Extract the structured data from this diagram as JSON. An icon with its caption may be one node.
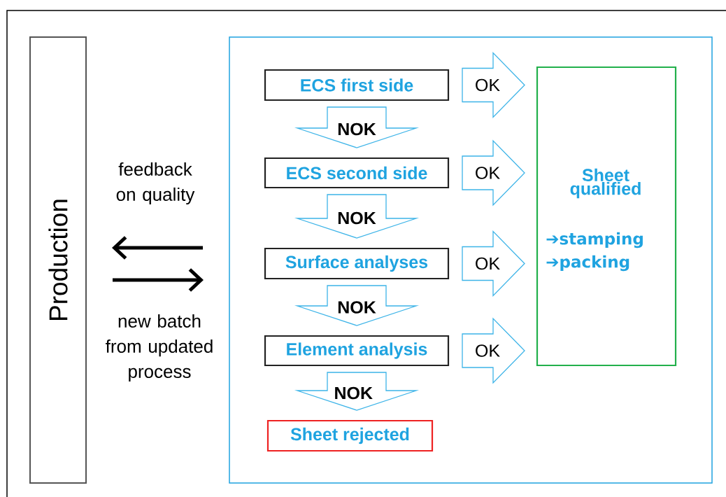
{
  "diagram": {
    "nodes": [
      {
        "text": [
          "Production"
        ]
      },
      {
        "text": [],
        "shape": "box"
      },
      {
        "text": [
          "ECS first side"
        ],
        "in": 1
      },
      {
        "text": [
          "ECS second side"
        ],
        "in": 1
      },
      {
        "text": [
          "Surface analyses"
        ],
        "in": 1
      },
      {
        "text": [
          "Element analysis"
        ],
        "in": 1
      },
      {
        "text": [
          "Sheet rejected"
        ],
        "in": 1
      },
      {
        "text": [
          "Sheet qualified",
          "➔stamping",
          "➔packing"
        ],
        "in": 1
      }
    ],
    "edges": [
      {
        "from": 1,
        "to": 0,
        "arrow": "to",
        "label": "feedback on quality",
        "color": "#000000"
      },
      {
        "from": 0,
        "to": 1,
        "arrow": "to",
        "label": "new batch from updated process",
        "color": "#000000"
      },
      {
        "from": 2,
        "to": 7,
        "arrow": "to",
        "label": "OK"
      },
      {
        "from": 2,
        "to": 3,
        "arrow": "to",
        "label": "NOK"
      },
      {
        "from": 3,
        "to": 7,
        "arrow": "to",
        "label": "OK"
      },
      {
        "from": 3,
        "to": 4,
        "arrow": "to",
        "label": "NOK"
      },
      {
        "from": 4,
        "to": 7,
        "arrow": "to",
        "label": "OK"
      },
      {
        "from": 4,
        "to": 5,
        "arrow": "to",
        "label": "NOK"
      },
      {
        "from": 5,
        "to": 7,
        "arrow": "to",
        "label": "OK"
      },
      {
        "from": 5,
        "to": 6,
        "arrow": "to",
        "label": "NOK"
      }
    ]
  }
}
